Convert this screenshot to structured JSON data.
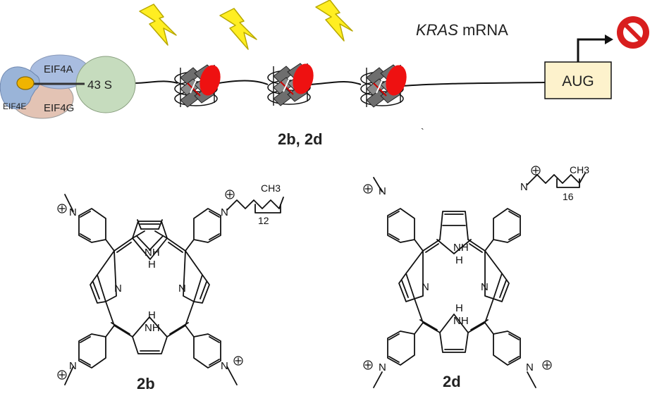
{
  "diagram": {
    "mrna_label_italic": "KRAS",
    "mrna_label_rest": " mRNA",
    "start_codon": "AUG",
    "compounds_label": "2b, 2d",
    "initiation_complex": {
      "eif4a": "EIF4A",
      "eif4e": "EIF4E",
      "eif4g": "EIF4G",
      "ribosome": "43 S"
    },
    "stray_mark": "`"
  },
  "structures": {
    "left": {
      "label": "2b",
      "chain_count": "12",
      "methyl_group": "CH3",
      "nh": "NH",
      "h": "H",
      "n": "N"
    },
    "right": {
      "label": "2d",
      "chain_count": "16",
      "methyl_group": "CH3",
      "nh": "NH",
      "h": "H",
      "n": "N"
    }
  },
  "colors": {
    "eif4a": "#a9bde0",
    "eif4e": "#9ab4d8",
    "eif4g": "#e3c3b4",
    "ribosome": "#c6dcbe",
    "cap": "#f0b400",
    "bolt": "#ffee22",
    "g_quadruplex_ligand": "#ee1111",
    "aug_box": "#fdf2cc",
    "stop_sign": "#d81e1e"
  }
}
